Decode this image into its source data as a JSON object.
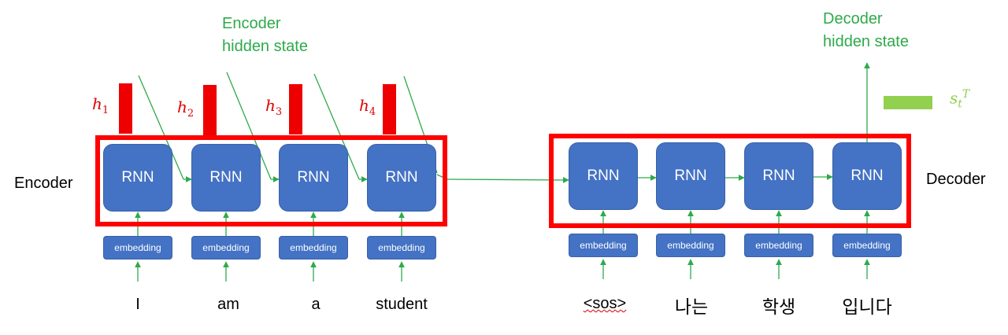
{
  "labels": {
    "encoder_hidden_state": [
      "Encoder",
      "hidden state"
    ],
    "decoder_hidden_state": [
      "Decoder",
      "hidden state"
    ],
    "encoder": "Encoder",
    "decoder": "Decoder"
  },
  "encoder": {
    "cells": [
      "RNN",
      "RNN",
      "RNN",
      "RNN"
    ],
    "embeddings": [
      "embedding",
      "embedding",
      "embedding",
      "embedding"
    ],
    "inputs": [
      "I",
      "am",
      "a",
      "student"
    ],
    "hidden_states": [
      {
        "symbol": "h",
        "index": "1"
      },
      {
        "symbol": "h",
        "index": "2"
      },
      {
        "symbol": "h",
        "index": "3"
      },
      {
        "symbol": "h",
        "index": "4"
      }
    ]
  },
  "decoder": {
    "cells": [
      "RNN",
      "RNN",
      "RNN",
      "RNN"
    ],
    "embeddings": [
      "embedding",
      "embedding",
      "embedding",
      "embedding"
    ],
    "inputs": [
      "<sos>",
      "나는",
      "학생",
      "입니다"
    ],
    "state": {
      "symbol": "s",
      "sub": "t",
      "sup": "T"
    }
  },
  "colors": {
    "rnn_fill": "#4472c4",
    "box_outline": "#ff0000",
    "hidden_bar": "#ee0000",
    "arrow": "#2eaa4a",
    "decoder_state": "#92d050"
  }
}
